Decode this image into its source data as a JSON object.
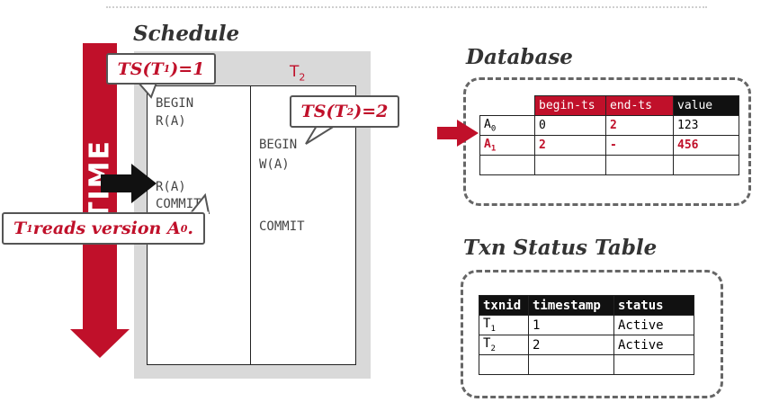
{
  "schedule": {
    "title": "Schedule",
    "t2_header": "T",
    "t2_sub": "2",
    "t1_ops": [
      "BEGIN",
      "R(A)",
      "R(A)",
      "COMMIT"
    ],
    "t2_ops": [
      "BEGIN",
      "W(A)",
      "COMMIT"
    ],
    "time_label": "TIME"
  },
  "callouts": {
    "ts_t1": {
      "pre": "TS(T",
      "sub": "1",
      "post": ")=1"
    },
    "ts_t2": {
      "pre": "TS(T",
      "sub": "2",
      "post": ")=2"
    },
    "reads": {
      "pre": "T",
      "sub": "1",
      "mid": " reads version A",
      "sub2": "0",
      "post": "."
    }
  },
  "database": {
    "title": "Database",
    "headers": [
      "begin-ts",
      "end-ts",
      "value"
    ],
    "rows": [
      {
        "ver": "A",
        "ver_sub": "0",
        "begin": "0",
        "end": "2",
        "value": "123"
      },
      {
        "ver": "A",
        "ver_sub": "1",
        "begin": "2",
        "end": "-",
        "value": "456"
      }
    ]
  },
  "txn_status": {
    "title": "Txn Status Table",
    "headers": [
      "txnid",
      "timestamp",
      "status"
    ],
    "rows": [
      {
        "id": "T",
        "id_sub": "1",
        "ts": "1",
        "status": "Active"
      },
      {
        "id": "T",
        "id_sub": "2",
        "ts": "2",
        "status": "Active"
      }
    ]
  },
  "colors": {
    "accent": "#c0102a",
    "dark": "#111111",
    "panel": "#d9d9d9"
  }
}
